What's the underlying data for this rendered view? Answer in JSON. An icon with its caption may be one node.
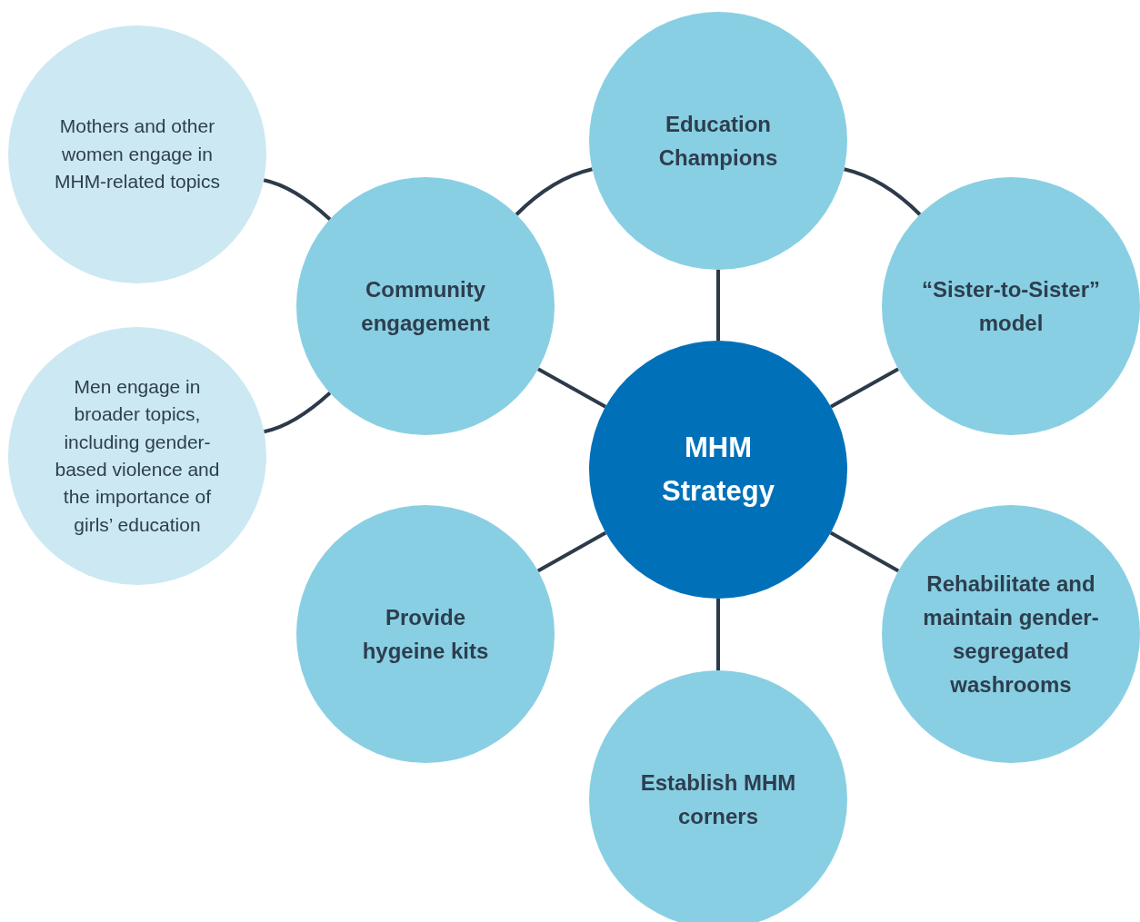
{
  "diagram": {
    "nodes": [
      {
        "text": [
          "Mothers and other women engage in MHM-related topics"
        ]
      },
      {
        "text": [
          "Education Champions"
        ]
      },
      {
        "text": [
          "Community engagement"
        ]
      },
      {
        "text": [
          "“Sister-to-Sister” model"
        ]
      },
      {
        "text": [
          "Men engage in broader topics, including gender-based violence and the importance of girls’ education"
        ]
      },
      {
        "text": [
          "MHM Strategy"
        ]
      },
      {
        "text": [
          "Provide hygeine kits"
        ]
      },
      {
        "text": [
          "Rehabilitate and maintain gender-segregated washrooms"
        ]
      },
      {
        "text": [
          "Establish MHM corners"
        ]
      }
    ],
    "edges": [
      {
        "from": 5,
        "to": 1,
        "arrow": "none"
      },
      {
        "from": 5,
        "to": 3,
        "arrow": "none"
      },
      {
        "from": 5,
        "to": 7,
        "arrow": "none"
      },
      {
        "from": 5,
        "to": 8,
        "arrow": "none"
      },
      {
        "from": 5,
        "to": 6,
        "arrow": "none"
      },
      {
        "from": 5,
        "to": 2,
        "arrow": "none"
      },
      {
        "from": 2,
        "to": 1,
        "arrow": "none"
      },
      {
        "from": 1,
        "to": 3,
        "arrow": "none"
      },
      {
        "from": 2,
        "to": 0,
        "arrow": "none"
      },
      {
        "from": 2,
        "to": 4,
        "arrow": "none"
      }
    ]
  }
}
